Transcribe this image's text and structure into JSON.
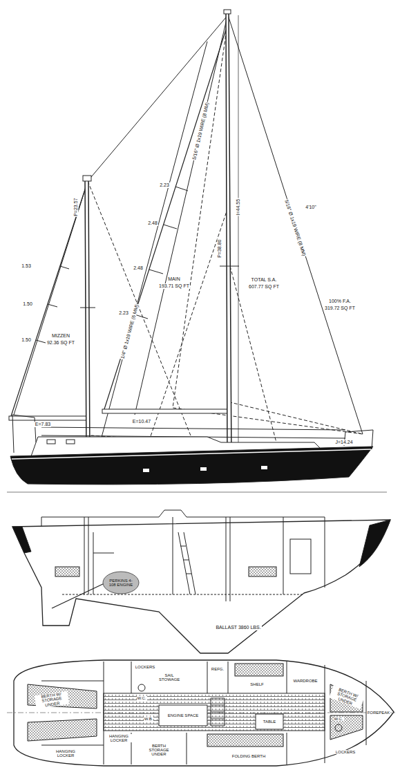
{
  "diagram": {
    "labels": [
      "1.53",
      "1.50",
      "1.50",
      "P=23.57",
      "MIZZEN",
      "92.36 SQ FT",
      "E=7.83",
      "2.23",
      "2.48",
      "2.48",
      "2.23",
      "MAIN",
      "193.71 SQ FT",
      "E=10.47",
      "P=38.80",
      "I=44.55",
      "TOTAL S.A.",
      "607.77 SQ FT",
      "100% F.A.",
      "319.72 SQ FT",
      "J=14.24",
      "5/16\" Ø 1x19 WIRE (8 MM)",
      "1/4\" Ø 1x19 WIRE (6 MM)",
      "5/16\" Ø 1x19 WIRE (8 MM)",
      "4'10\"",
      "PERKINS 4-108 ENGINE",
      "BALLAST 3860 LBS.",
      "BERTH W/ STORAGE UNDER",
      "LOCKERS",
      "SAIL STOWAGE",
      "REFG.",
      "SHELF",
      "WARDROBE",
      "BERTH W/ STORAGE UNDER",
      "FOREPEAK",
      "W.C.",
      "W.B.",
      "ENGINE SPACE",
      "TABLE",
      "W.C.",
      "LOCKERS",
      "FOLDING BERTH",
      "BERTH STORAGE UNDER",
      "HANGING LOCKER",
      "HANGING LOCKER"
    ]
  }
}
